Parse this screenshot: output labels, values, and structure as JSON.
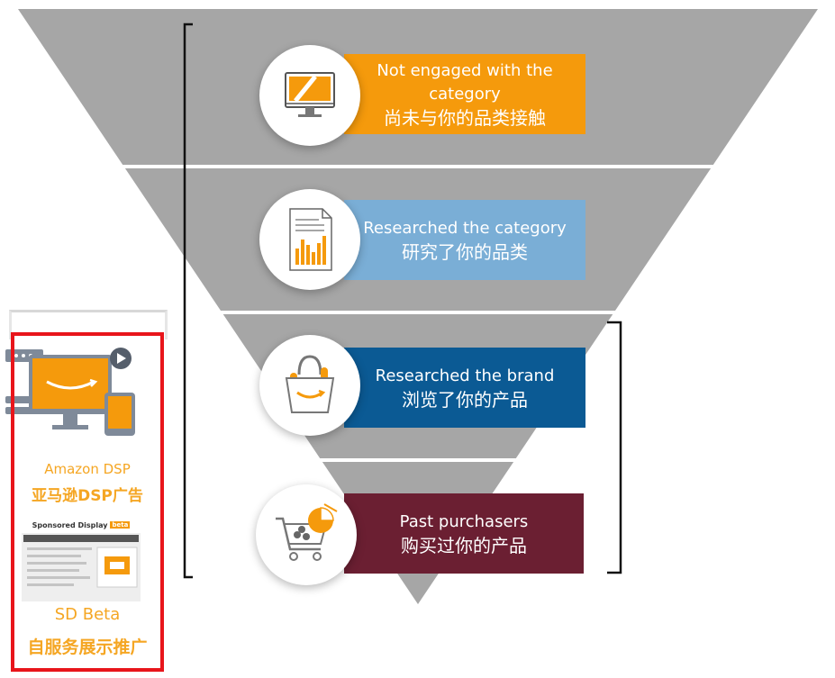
{
  "funnel": {
    "stages": [
      {
        "en": "Not engaged with the category",
        "cn": "尚未与你的品类接触",
        "color": "#f59a0c",
        "icon": "monitor-icon"
      },
      {
        "en": "Researched the category",
        "cn": "研究了你的品类",
        "color": "#7aaed6",
        "icon": "report-chart-icon"
      },
      {
        "en": "Researched the brand",
        "cn": "浏览了你的产品",
        "color": "#0b5a94",
        "icon": "shopping-bag-icon"
      },
      {
        "en": "Past purchasers",
        "cn": "购买过你的产品",
        "color": "#6b1f32",
        "icon": "cart-pie-icon"
      }
    ],
    "funnel_color": "#a6a6a6"
  },
  "sidebar": {
    "dsp_en": "Amazon DSP",
    "dsp_cn": "亚马逊DSP广告",
    "sd_thumb_title": "Sponsored Display",
    "sd_thumb_badge": "beta",
    "sd_en": "SD Beta",
    "sd_cn": "自服务展示推广",
    "highlight_color": "#e8151b",
    "text_color": "#f5a623"
  }
}
